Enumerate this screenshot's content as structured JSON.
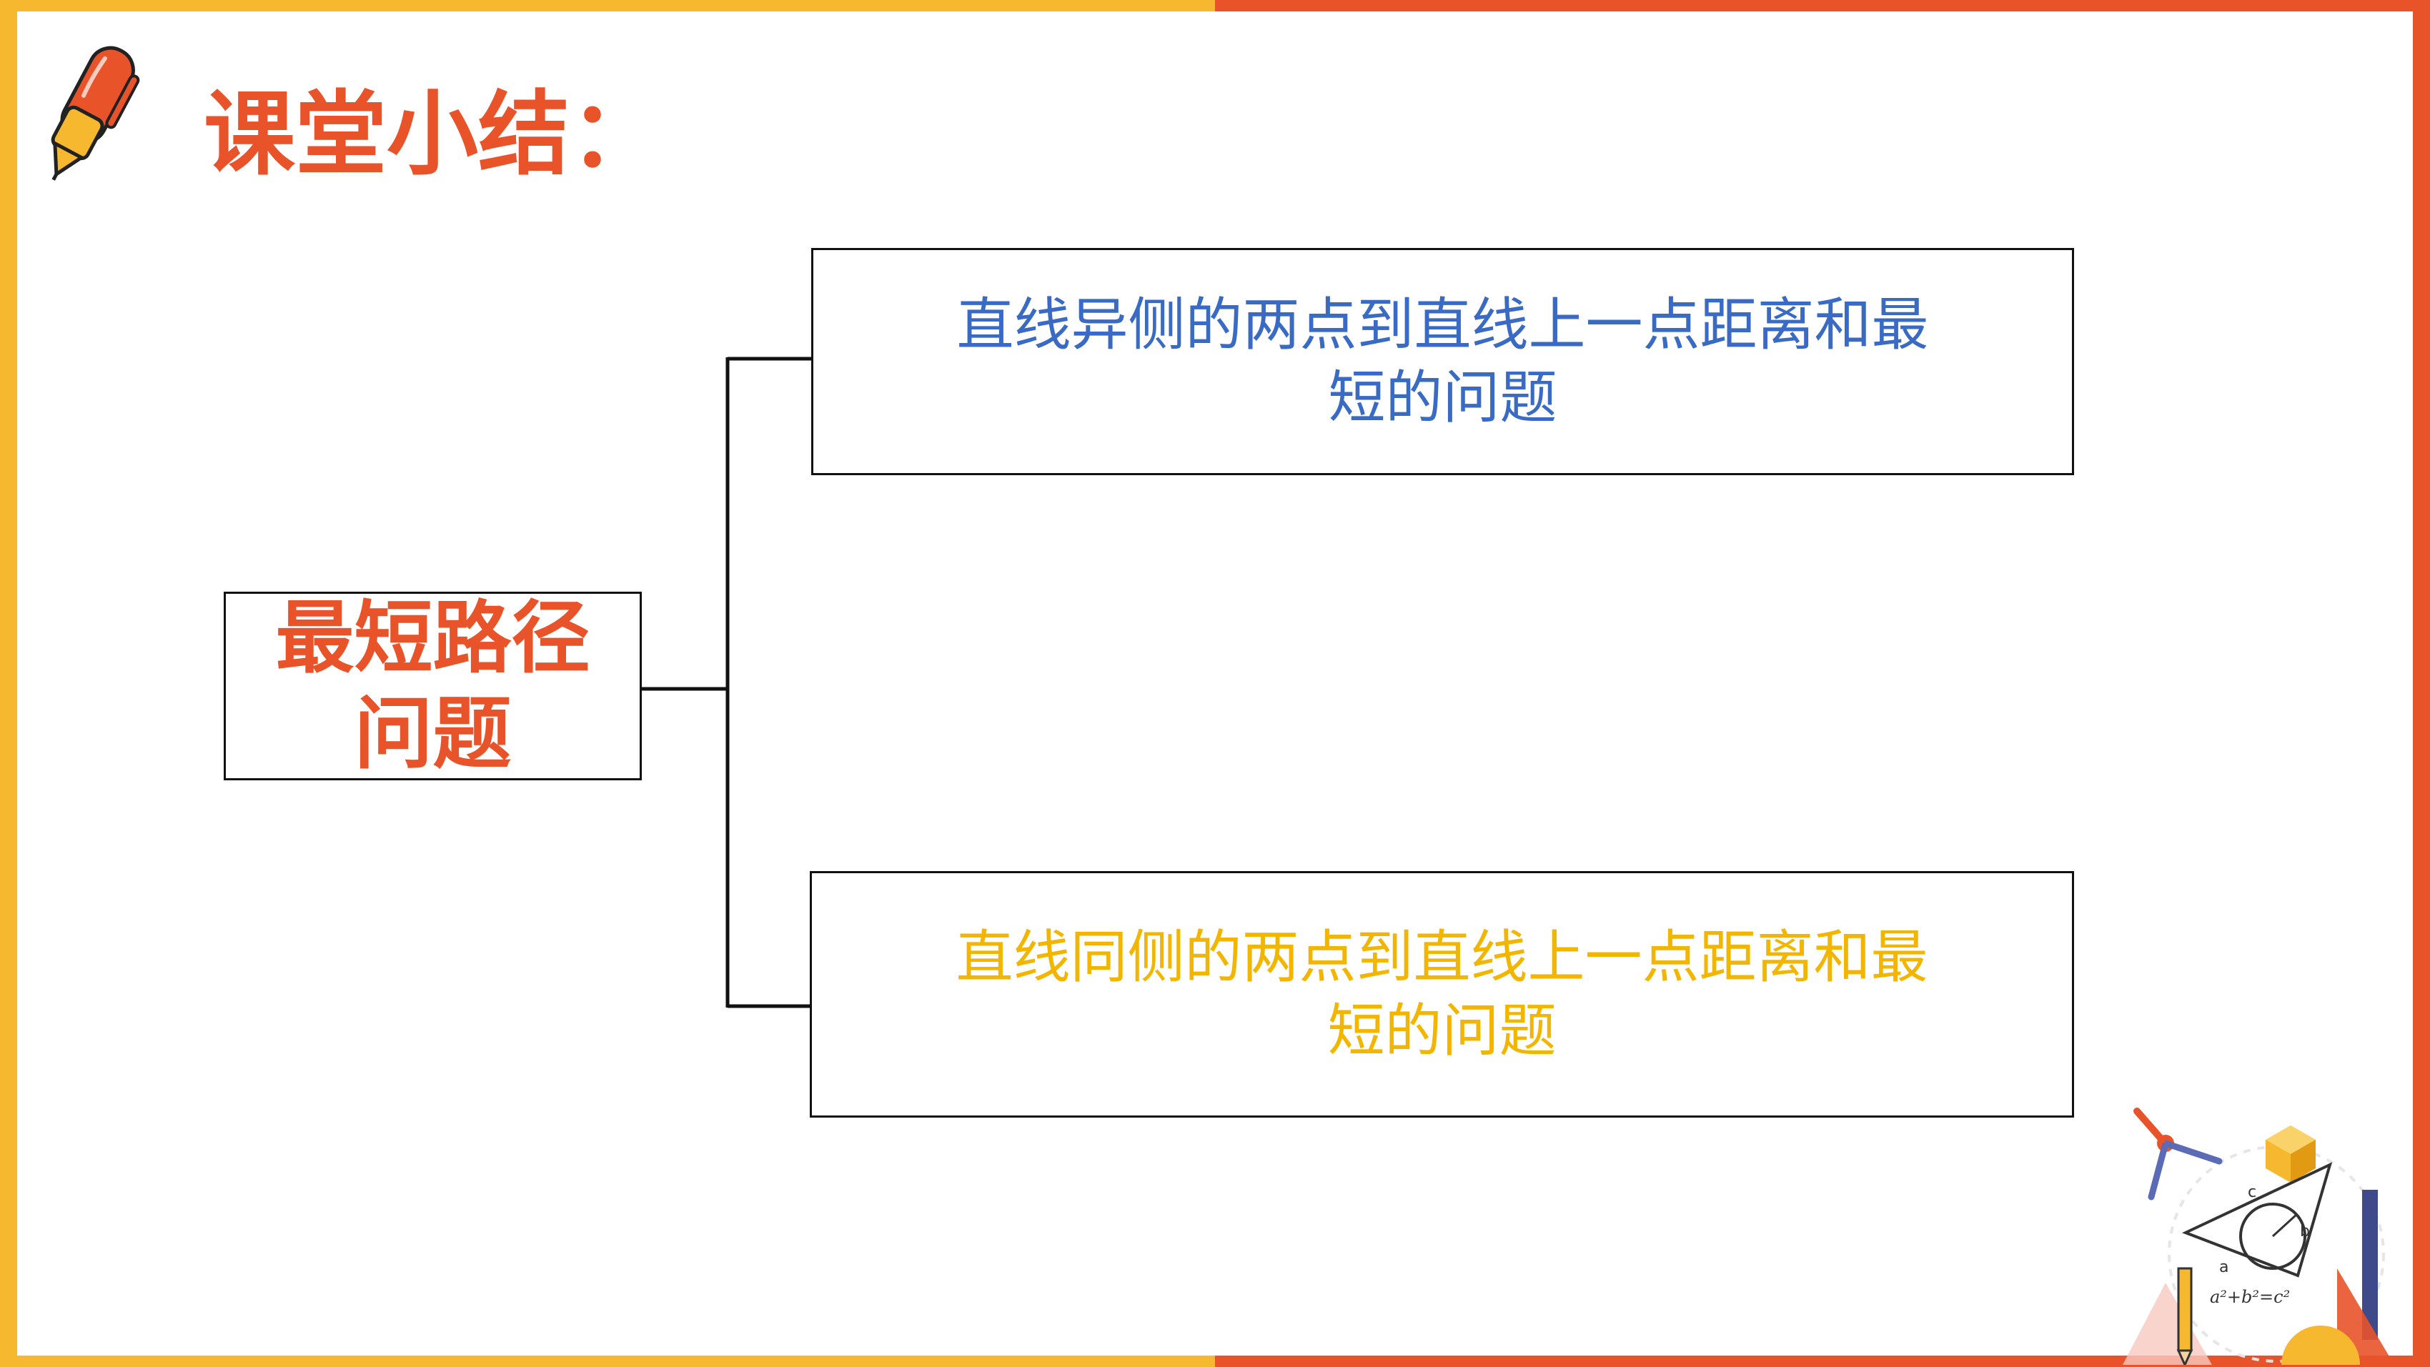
{
  "slide": {
    "title": "课堂小结：",
    "root": {
      "line1": "最短路径",
      "line2": "问题"
    },
    "branches": [
      {
        "text": "直线异侧的两点到直线上一点距离和最短的问题"
      },
      {
        "text": "直线同侧的两点到直线上一点距离和最短的问题"
      }
    ]
  },
  "decor": {
    "formula": "a²+b²=c²",
    "labels": [
      "c",
      "b",
      "a"
    ]
  },
  "colors": {
    "accent_orange": "#e8532a",
    "accent_yellow": "#f5b82e",
    "branch1_text": "#3a6bc4",
    "branch2_text": "#f2b500",
    "line": "#111111"
  }
}
